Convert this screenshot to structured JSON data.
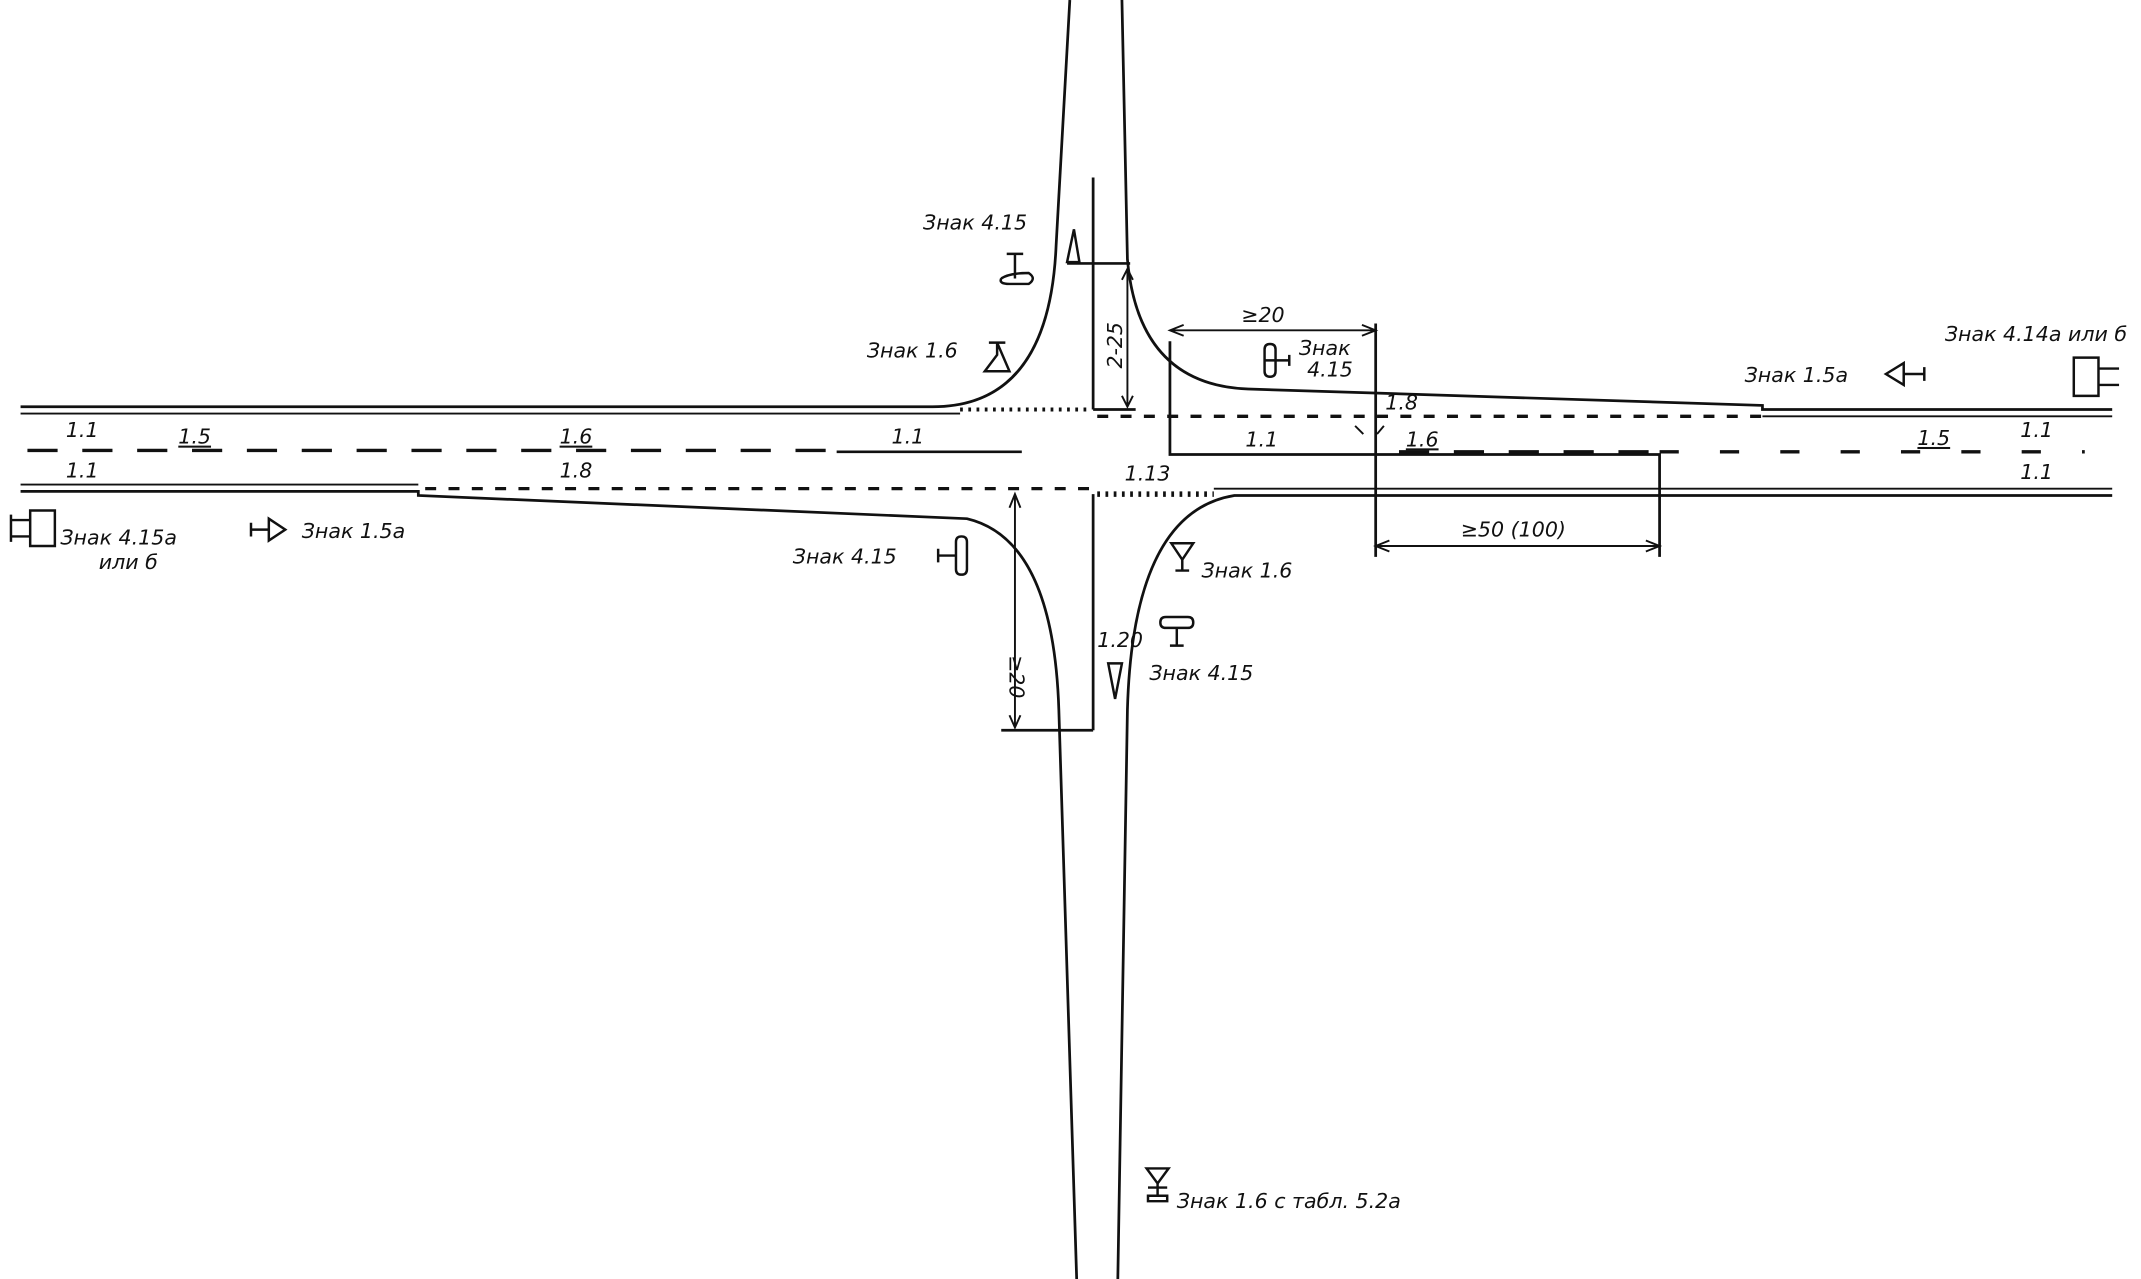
{
  "labels": {
    "sign_415_top": "Знак 4.15",
    "sign_16_top": "Знак 1.6",
    "sign_415_right_1": "Знак",
    "sign_415_right_2": "4.15",
    "sign_15a_right": "Знак 1.5а",
    "sign_414_right": "Знак 4.14а или б",
    "sign_415_left_1": "Знак 4.15а",
    "sign_415_left_2": "или б",
    "sign_15a_left": "Знак 1.5а",
    "sign_415_bottom_left": "Знак 4.15",
    "sign_16_bottom": "Знак 1.6",
    "sign_415_bottom_right": "Знак 4.15",
    "sign_16_table": "Знак 1.6 с табл. 5.2а"
  },
  "markings": {
    "m11_left_top": "1.1",
    "m15_left": "1.5",
    "m16_left": "1.6",
    "m11_center_left": "1.1",
    "m11_left_bottom": "1.1",
    "m18_left": "1.8",
    "m113": "1.13",
    "m11_box": "1.1",
    "m18_right": "1.8",
    "m16_right": "1.6",
    "m15_right": "1.5",
    "m11_right_top": "1.1",
    "m11_right_bottom": "1.1",
    "m120": "1.20"
  },
  "dimensions": {
    "stop_offset": "2-25",
    "min_20_top": "≥20",
    "min_50": "≥50 (100)",
    "min_20_bottom": "≥20"
  }
}
